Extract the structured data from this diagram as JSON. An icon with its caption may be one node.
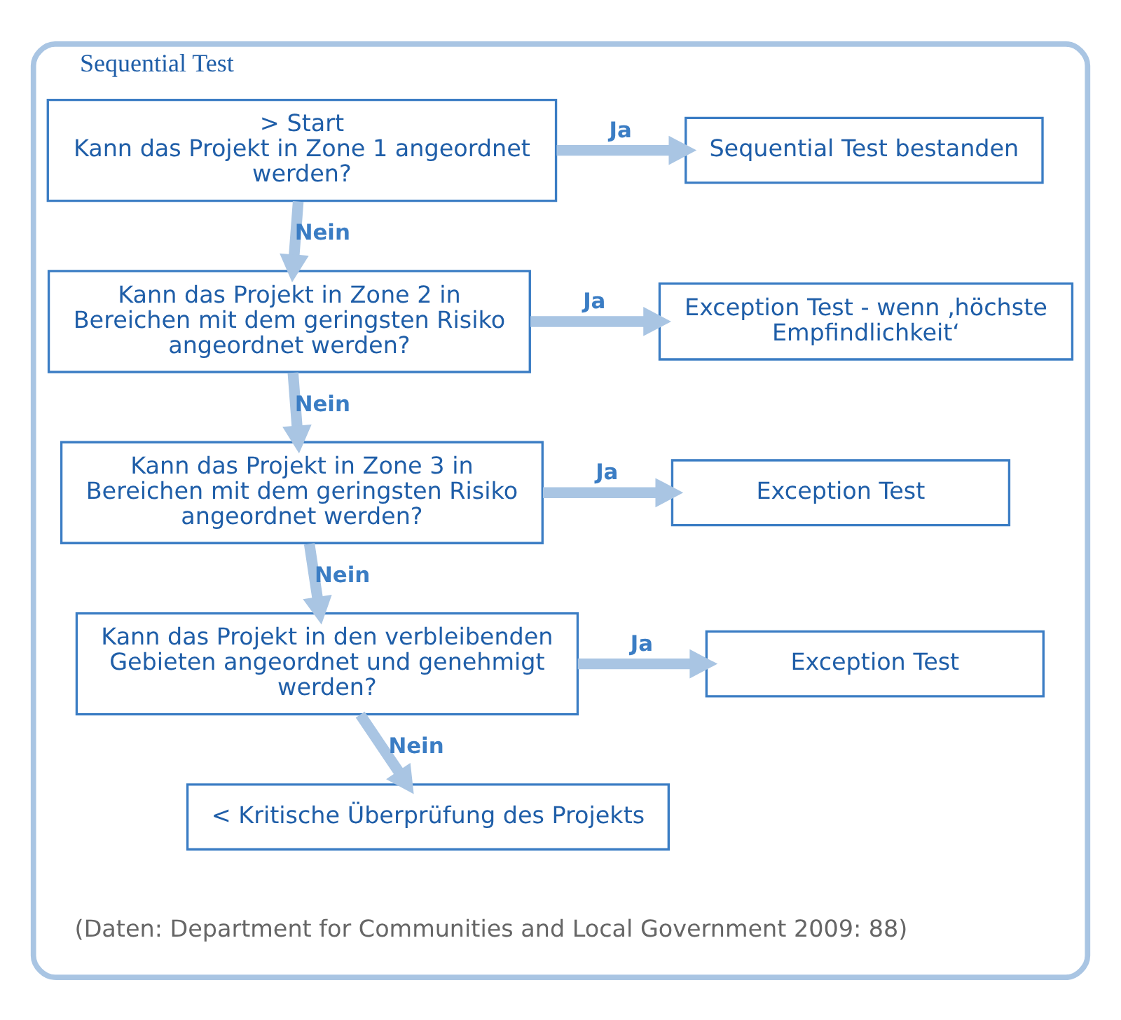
{
  "diagram": {
    "nodes": [
      {
        "text": [
          "Sequential Test"
        ]
      },
      {
        "text": [
          "> Start",
          "Kann das Projekt in Zone 1 angeordnet werden?"
        ],
        "in": 0
      },
      {
        "text": [
          "Sequential Test bestanden"
        ],
        "in": 0
      },
      {
        "text": [
          "Kann das Projekt in Zone 2 in Bereichen mit dem geringsten Risiko angeordnet werden?"
        ],
        "in": 0
      },
      {
        "text": [
          "Exception Test - wenn ‚höchste Empfindlichkeit‘"
        ],
        "in": 0
      },
      {
        "text": [
          "Kann das Projekt in Zone 3 in Bereichen mit dem geringsten Risiko angeordnet werden?"
        ],
        "in": 0
      },
      {
        "text": [
          "Exception Test"
        ],
        "in": 0
      },
      {
        "text": [
          "Kann das Projekt in den verbleibenden Gebieten angeordnet und genehmigt werden?"
        ],
        "in": 0
      },
      {
        "text": [
          "Exception Test"
        ],
        "in": 0
      },
      {
        "text": [
          "< Kritische Überprüfung des Projekts"
        ],
        "in": 0
      }
    ],
    "edges": [
      {
        "from": 1,
        "to": 2,
        "arrow": "to",
        "label": "Ja"
      },
      {
        "from": 1,
        "to": 3,
        "arrow": "to",
        "label": "Nein"
      },
      {
        "from": 3,
        "to": 4,
        "arrow": "to",
        "label": "Ja"
      },
      {
        "from": 3,
        "to": 5,
        "arrow": "to",
        "label": "Nein"
      },
      {
        "from": 5,
        "to": 6,
        "arrow": "to",
        "label": "Ja"
      },
      {
        "from": 5,
        "to": 7,
        "arrow": "to",
        "label": "Nein"
      },
      {
        "from": 7,
        "to": 8,
        "arrow": "to",
        "label": "Ja"
      },
      {
        "from": 7,
        "to": 9,
        "arrow": "to",
        "label": "Nein"
      }
    ],
    "labels": [
      "(Daten: Department for Communities and Local Government 2009: 88)"
    ]
  }
}
